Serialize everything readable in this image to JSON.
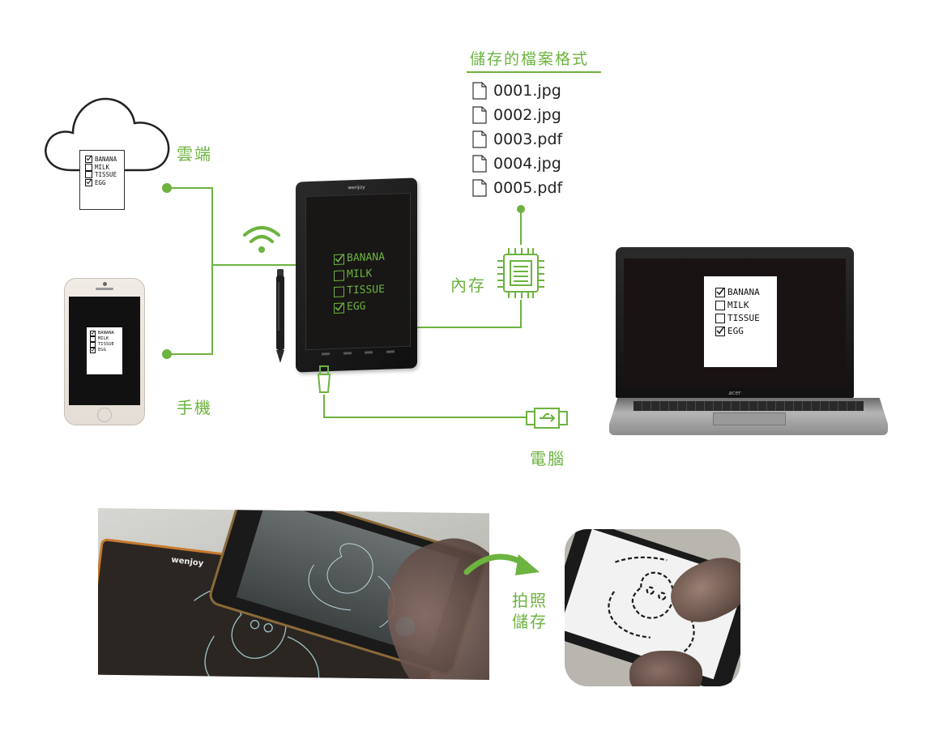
{
  "labels": {
    "cloud": "雲端",
    "phone": "手機",
    "memory": "內存",
    "computer": "電腦",
    "photo_save": "拍照\n儲存",
    "photo_save_line1": "拍照",
    "photo_save_line2": "儲存"
  },
  "formats": {
    "title": "儲存的檔案格式",
    "files": [
      "0001.jpg",
      "0002.jpg",
      "0003.pdf",
      "0004.jpg",
      "0005.pdf"
    ]
  },
  "note": {
    "items": [
      {
        "text": "BANANA",
        "checked": true
      },
      {
        "text": "MILK",
        "checked": false
      },
      {
        "text": "TISSUE",
        "checked": false
      },
      {
        "text": "EGG",
        "checked": true
      }
    ]
  },
  "device": {
    "brand": "wenjoy",
    "laptop_brand": "acer"
  },
  "colors": {
    "accent": "#6cb33f",
    "device_screen": "#1a1a1a",
    "handwriting": "#6cb33f"
  }
}
